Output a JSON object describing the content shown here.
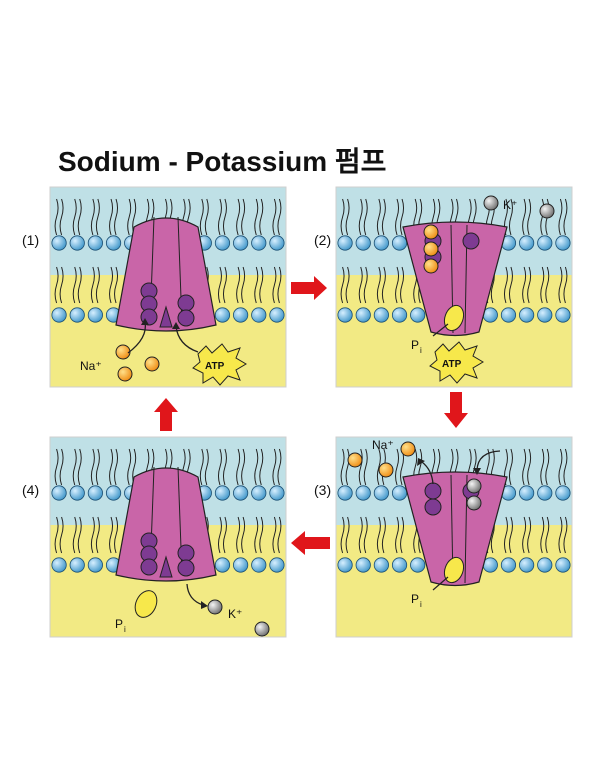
{
  "title": "Sodium - Potassium 펌프",
  "panels": [
    {
      "step": "(1)",
      "labels": {
        "sodium": "Na⁺",
        "atp": "ATP"
      }
    },
    {
      "step": "(2)",
      "labels": {
        "potassium": "K⁺",
        "phosphate": "P",
        "phosphate_sub": "i",
        "atp": "ATP"
      }
    },
    {
      "step": "(3)",
      "labels": {
        "sodium": "Na⁺",
        "phosphate": "P",
        "phosphate_sub": "i"
      }
    },
    {
      "step": "(4)",
      "labels": {
        "potassium": "K⁺",
        "phosphate": "P",
        "phosphate_sub": "i"
      }
    }
  ],
  "colors": {
    "extracellular": "#bfe0e6",
    "intracellular": "#f2ea84",
    "lipid_head": "#4aa0d0",
    "pump_body": "#c965a8",
    "binding_site": "#7e3b92",
    "sodium_ion": "#f5a623",
    "potassium_ion": "#8c8c8c",
    "phosphate": "#f7e84b",
    "arrow": "#e0161b"
  }
}
